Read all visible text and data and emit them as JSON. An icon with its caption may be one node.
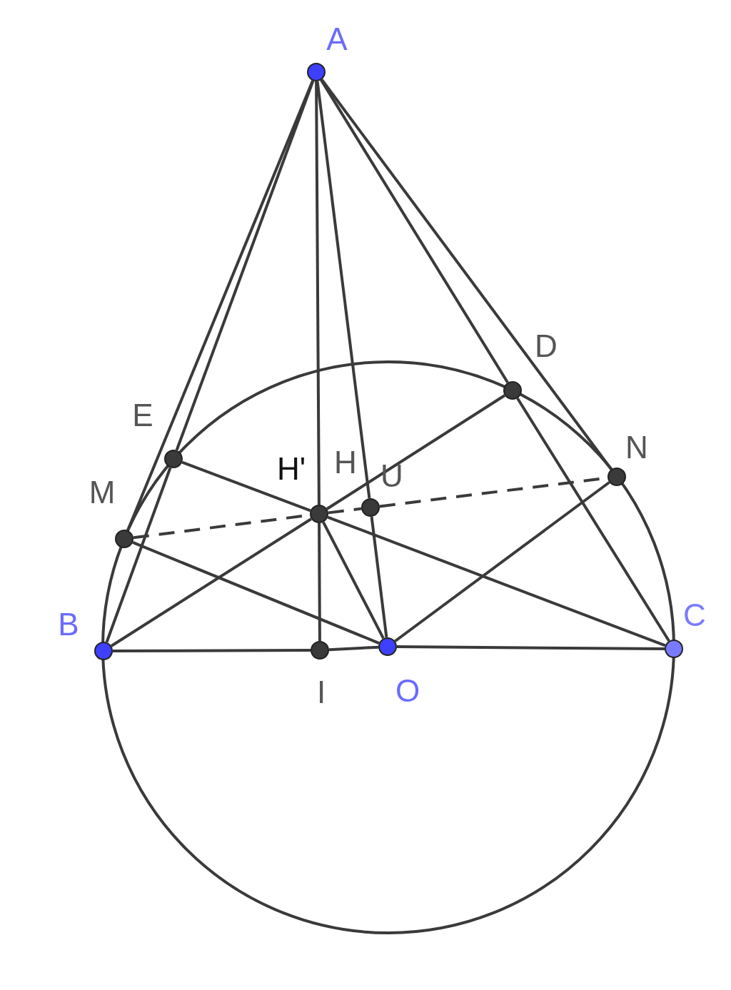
{
  "diagram": {
    "nodes": [
      {
        "text": [],
        "shape": "circle",
        "beside": [
          "A"
        ]
      },
      {
        "text": [],
        "shape": "circle",
        "beside": [
          "E"
        ]
      },
      {
        "text": [],
        "shape": "circle",
        "beside": [
          "D"
        ]
      },
      {
        "text": [],
        "shape": "circle",
        "beside": [
          "N"
        ]
      },
      {
        "text": [],
        "shape": "circle",
        "beside": [
          "M"
        ]
      },
      {
        "text": [],
        "shape": "circle",
        "beside": [
          "H'"
        ]
      },
      {
        "text": [],
        "shape": "circle",
        "beside": [
          "U"
        ]
      },
      {
        "text": [],
        "shape": "circle",
        "beside": [
          "B"
        ]
      },
      {
        "text": [],
        "shape": "circle",
        "beside": [
          "I"
        ]
      },
      {
        "text": [],
        "shape": "circle",
        "beside": [
          "O"
        ]
      },
      {
        "text": [],
        "shape": "circle",
        "beside": [
          "C"
        ]
      }
    ],
    "edges": [
      {
        "from": 0,
        "to": 1,
        "arrow": "none"
      },
      {
        "from": 1,
        "to": 7,
        "arrow": "none"
      },
      {
        "from": 0,
        "to": 4,
        "arrow": "none"
      },
      {
        "from": 0,
        "to": 2,
        "arrow": "none"
      },
      {
        "from": 2,
        "to": 10,
        "arrow": "none"
      },
      {
        "from": 0,
        "to": 3,
        "arrow": "none"
      },
      {
        "from": 0,
        "to": 5,
        "arrow": "none"
      },
      {
        "from": 5,
        "to": 8,
        "arrow": "none"
      },
      {
        "from": 0,
        "to": 6,
        "arrow": "none"
      },
      {
        "from": 6,
        "to": 9,
        "arrow": "none"
      },
      {
        "from": 1,
        "to": 5,
        "arrow": "none"
      },
      {
        "from": 5,
        "to": 10,
        "arrow": "none"
      },
      {
        "from": 7,
        "to": 5,
        "arrow": "none"
      },
      {
        "from": 5,
        "to": 2,
        "arrow": "none"
      },
      {
        "from": 4,
        "to": 9,
        "arrow": "none"
      },
      {
        "from": 3,
        "to": 9,
        "arrow": "none"
      },
      {
        "from": 5,
        "to": 9,
        "arrow": "none"
      },
      {
        "from": 7,
        "to": 8,
        "arrow": "none"
      },
      {
        "from": 8,
        "to": 9,
        "arrow": "none"
      },
      {
        "from": 9,
        "to": 10,
        "arrow": "none"
      },
      {
        "from": 4,
        "to": 5,
        "arrow": "none",
        "style": "dashed"
      },
      {
        "from": 5,
        "to": 6,
        "arrow": "none",
        "style": "dashed"
      },
      {
        "from": 6,
        "to": 3,
        "arrow": "none",
        "style": "dashed"
      }
    ],
    "labels": [
      "H"
    ]
  }
}
